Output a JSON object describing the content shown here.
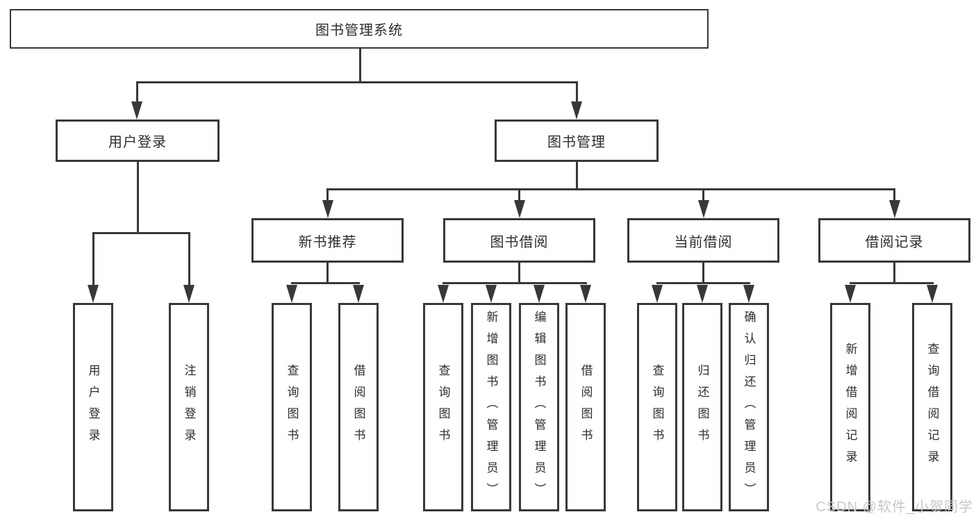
{
  "colors": {
    "line": "#383838",
    "text": "#2d2d2d",
    "background": "#ffffff",
    "watermark_color": "#c8c8c8"
  },
  "diagram": {
    "root": {
      "label": "图书管理系统"
    },
    "level2": [
      {
        "label": "用户登录"
      },
      {
        "label": "图书管理"
      }
    ],
    "level3": [
      {
        "label": "新书推荐",
        "parent": "图书管理"
      },
      {
        "label": "图书借阅",
        "parent": "图书管理"
      },
      {
        "label": "当前借阅",
        "parent": "图书管理"
      },
      {
        "label": "借阅记录",
        "parent": "图书管理"
      }
    ],
    "leaves": {
      "userLogin": [
        "用户登录",
        "注销登录"
      ],
      "newBookRecommend": [
        "查询图书",
        "借阅图书"
      ],
      "bookBorrow": [
        "查询图书",
        "新增图书（管理员）",
        "编辑图书（管理员）",
        "借阅图书"
      ],
      "currentBorrow": [
        "查询图书",
        "归还图书",
        "确认归还（管理员）"
      ],
      "borrowRecord": [
        "新增借阅记录",
        "查询借阅记录"
      ]
    }
  },
  "watermark": {
    "text": "CSDN @软件_小贺同学"
  }
}
